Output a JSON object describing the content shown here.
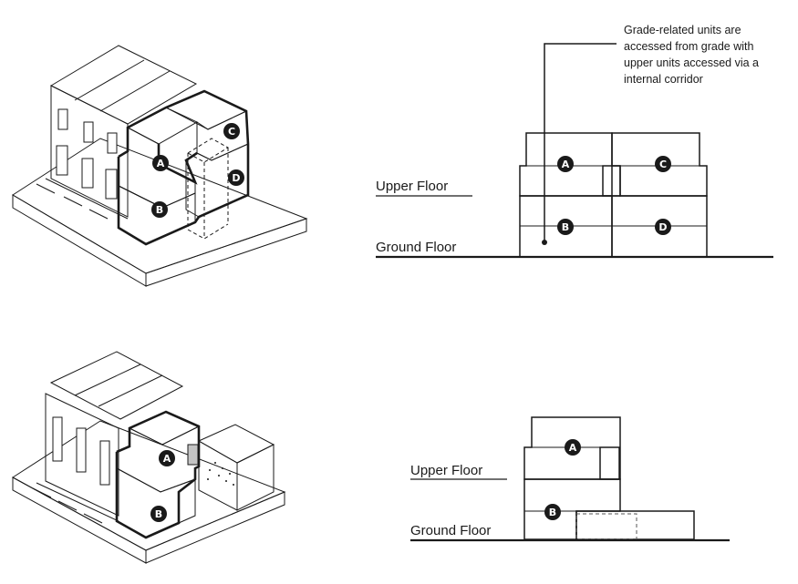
{
  "annotation": {
    "lines": [
      "Grade-related units are",
      "accessed from grade with",
      "upper units accessed via a",
      "internal corridor"
    ]
  },
  "section_top": {
    "upper_label": "Upper Floor",
    "ground_label": "Ground Floor",
    "units": [
      "A",
      "B",
      "C",
      "D"
    ]
  },
  "section_bottom": {
    "upper_label": "Upper Floor",
    "ground_label": "Ground Floor",
    "units": [
      "A",
      "B"
    ]
  },
  "iso_top": {
    "units": [
      "A",
      "B",
      "C",
      "D"
    ]
  },
  "iso_bottom": {
    "units": [
      "A",
      "B"
    ]
  },
  "colors": {
    "unit_a": "#9ccc6a",
    "unit_b": "#cfe3ae",
    "unit_c": "#ecd383",
    "unit_d": "#b9cb4d",
    "corridor": "#c4c4c4",
    "badge": "#1a1a1a"
  }
}
